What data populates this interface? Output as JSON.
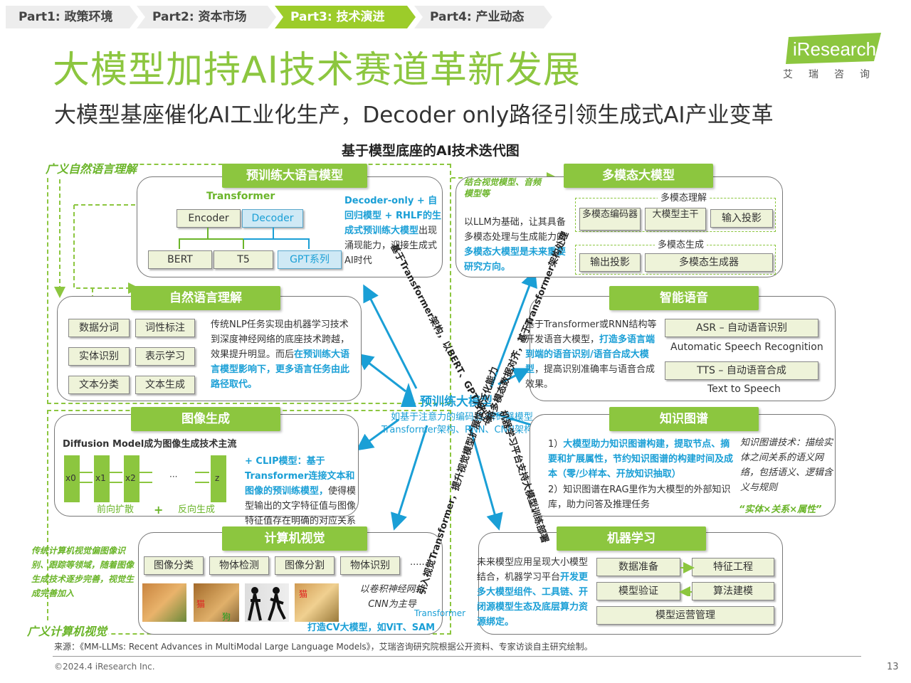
{
  "nav": {
    "tabs": [
      "Part1: 政策环境",
      "Part2: 资本市场",
      "Part3: 技术演进",
      "Part4: 产业动态"
    ],
    "active_index": 2
  },
  "title": "大模型加持AI技术赛道革新发展",
  "subtitle": "大模型基座催化AI工业化生产，Decoder only路径引领生成式AI产业变革",
  "logo": {
    "brand": "iResearch",
    "sub": "艾瑞咨询"
  },
  "diagram_title": "基于模型底座的AI技术迭代图",
  "labels": {
    "broad_nlp": "广义自然语言理解",
    "broad_cv": "广义计算机视觉"
  },
  "pretrain_llm": {
    "banner": "预训练大语言模型",
    "transformer": "Transformer",
    "encoder": "Encoder",
    "decoder": "Decoder",
    "bert": "BERT",
    "t5": "T5",
    "gpt": "GPT系列",
    "desc_blue": "Decoder-only + 自回归模型 + RHLF的生成式预训练大模型",
    "desc_plain": "出现涌现能力，迎接生成式AI时代"
  },
  "multimodal": {
    "banner": "多模态大模型",
    "note": "结合视觉模型、音频模型等",
    "desc_plain": "以LLM为基础，让其具备多模态处理与生成能力的",
    "desc_blue": "多模态大模型是未来重要研究方向。",
    "understand": "多模态理解",
    "generate": "多模态生成",
    "enc": "多模态编码器",
    "backbone": "大模型主干",
    "in_proj": "输入投影",
    "out_proj": "输出投影",
    "gen": "多模态生成器"
  },
  "nlu": {
    "banner": "自然语言理解",
    "chips": [
      "数据分词",
      "词性标注",
      "实体识别",
      "表示学习",
      "文本分类",
      "文本生成"
    ],
    "desc_plain": "传统NLP任务实现由机器学习技术到深度神经网络的底座技术跨越，效果提升明显。而后",
    "desc_blue": "在预训练大语言模型影响下，更多语言任务由此路径取代。"
  },
  "speech": {
    "banner": "智能语音",
    "desc_plain1": "基于Transformer或RNN结构等开发语音大模型，",
    "desc_blue": "打造多语言端到端的语音识别/语音合成大模型",
    "desc_plain2": "，提高识别准确率与语音合成效果。",
    "asr": "ASR – 自动语音识别",
    "asr_en": "Automatic Speech Recognition",
    "tts": "TTS – 自动语音合成",
    "tts_en": "Text to Speech"
  },
  "center": {
    "title": "预训练大模型",
    "desc": "如基于注意力的编码器-解码器模型Transformer架构、RNN、CNN架构等"
  },
  "image_gen": {
    "banner": "图像生成",
    "headline": "Diffusion Model成为图像生成技术主流",
    "x0": "x0",
    "x1": "x1",
    "x2": "x2",
    "dots": "···",
    "z": "z",
    "forward": "前向扩散",
    "plus": "+",
    "reverse": "反向生成",
    "clip_blue": "+ CLIP模型：基于Transformer连接文本和图像的预训练模型，",
    "clip_plain": "使得模型输出的文字特征值与图像特征值存在明确的对应关系"
  },
  "kg": {
    "banner": "知识图谱",
    "p1_prefix": "1）",
    "p1_blue": "大模型助力知识图谱构建，提取节点、摘要和扩展属性，节约知识图谱的构建时间及成本（零/少样本、开放知识抽取）",
    "p2": "2）知识图谱在RAG里作为大模型的外部知识库，助力问答及推理任务",
    "side": "知识图谱技术：描绘实体之间关系的语义网络，包括语义、逻辑含义与规则",
    "formula": "“实体×关系×属性”"
  },
  "cv": {
    "banner": "计算机视觉",
    "chips": [
      "图像分类",
      "物体检测",
      "图像分割",
      "物体识别"
    ],
    "more": "······",
    "cnn_note": "以卷积神经网络CNN为主导",
    "transformer_note": "Transformer",
    "bottom_blue": "打造CV大模型，如ViT、SAM",
    "side_note": "传统计算机视觉偏图像识别、跟踪等领域，随着图像生成技术逐步完善，视觉生成完善加入",
    "img_labels": [
      "猫",
      "猫",
      "狗"
    ]
  },
  "ml": {
    "banner": "机器学习",
    "desc_plain": "未来模型应用呈现大小模型结合，机器学习平台",
    "desc_blue": "开发更多大模型组件、工具链、开闭源模型生态及底层算力资源绑定。",
    "data_prep": "数据准备",
    "feature": "特征工程",
    "validate": "模型验证",
    "algo": "算法建模",
    "ops": "模型运营管理"
  },
  "arrow_labels": {
    "a1": "基于Transformer架构，以BERT、GPT为代表",
    "a2": "将多模态数据对齐，基于Transformer架构处理",
    "a3": "引入视觉Transformer，提升视觉模型扩展性及泛化能力",
    "a4": "机器学习平台支持大模型训练部署"
  },
  "footer": {
    "source": "来源：《MM-LLMs: Recent Advances in MultiModal Large Language Models》，艾瑞咨询研究院根据公开资料、专家访谈自主研究绘制。",
    "copyright": "©2024.4 iResearch Inc.",
    "page": "13"
  },
  "colors": {
    "green": "#8cc63f",
    "blue": "#1a9fd6",
    "chip": "#eef3d9"
  }
}
